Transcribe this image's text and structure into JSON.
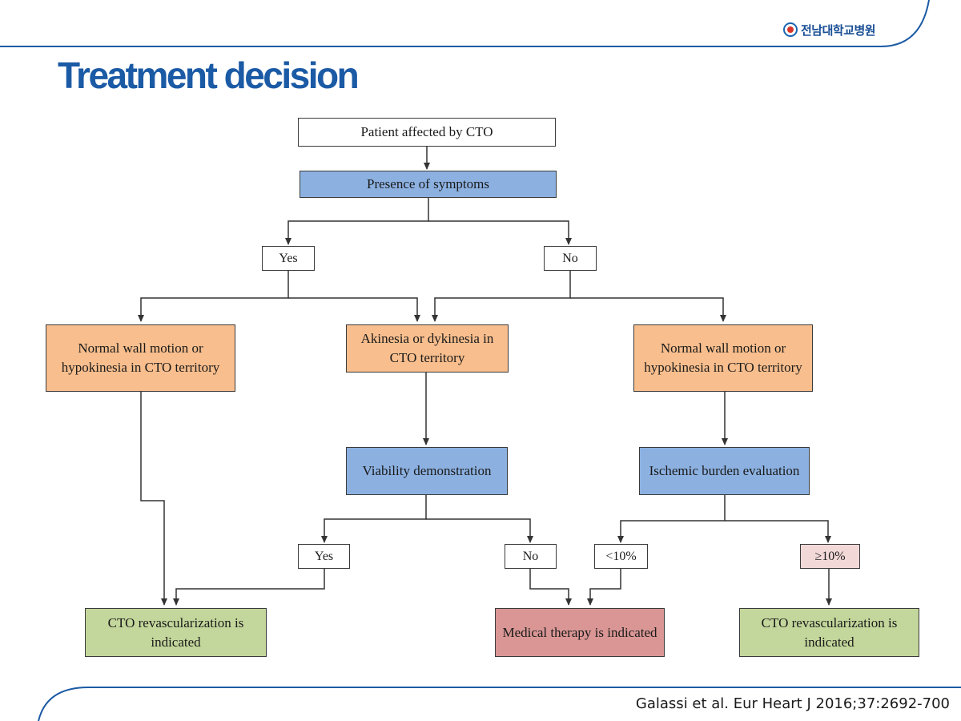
{
  "header": {
    "logo_text": "전남대학교병원",
    "title": "Treatment decision"
  },
  "flowchart": {
    "nodes": {
      "patient": "Patient affected by CTO",
      "symptoms": "Presence of symptoms",
      "yes_symptoms": "Yes",
      "no_symptoms": "No",
      "normal_left": "Normal wall motion or hypokinesia in CTO territory",
      "akinesia": "Akinesia or dykinesia in CTO territory",
      "normal_right": "Normal wall motion or hypokinesia in CTO territory",
      "viability": "Viability demonstration",
      "ischemic": "Ischemic burden evaluation",
      "yes_viability": "Yes",
      "no_viability": "No",
      "lt10": "<10%",
      "ge10": "≥10%",
      "cto_revasc_left": "CTO revascularization is indicated",
      "medical": "Medical therapy is indicated",
      "cto_revasc_right": "CTO revascularization is indicated"
    },
    "colors": {
      "blue": "#8cb1e1",
      "orange": "#f8be8d",
      "green": "#c3d69b",
      "red": "#d99694",
      "pink": "#f2d9d8",
      "title": "#1b5aa5",
      "frame": "#1b5aa5"
    }
  },
  "footer": {
    "citation": "Galassi et al. Eur Heart J 2016;37:2692-700"
  }
}
